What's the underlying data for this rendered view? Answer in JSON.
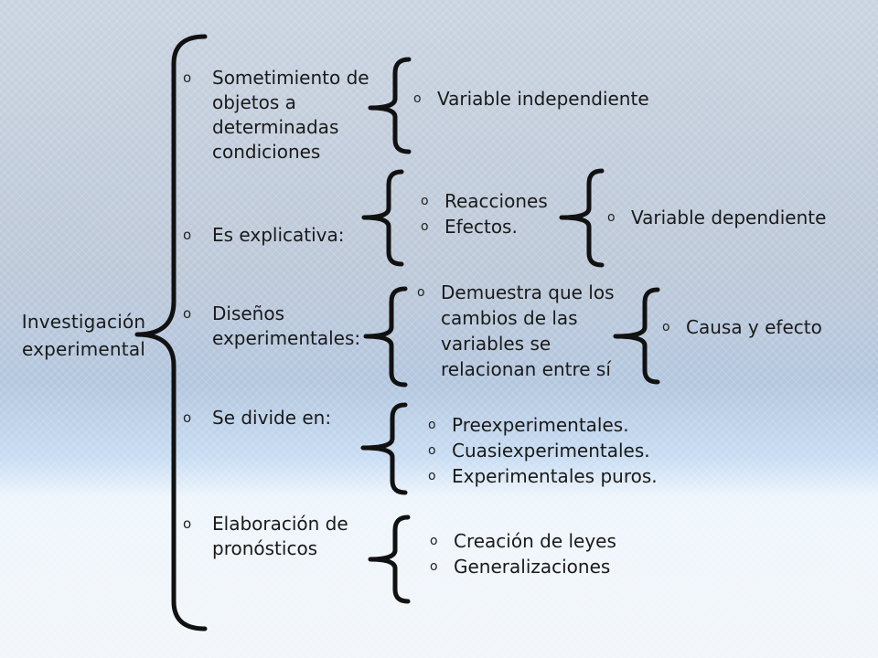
{
  "root": {
    "line1": "Investigación",
    "line2": "experimental"
  },
  "items": [
    {
      "text": "Sometimiento de objetos a determinadas condiciones",
      "sub": [
        "Variable independiente"
      ],
      "sub2": []
    },
    {
      "text": "Es explicativa:",
      "sub": [
        "Reacciones",
        "Efectos."
      ],
      "sub2": [
        "Variable dependiente"
      ]
    },
    {
      "text": "Diseños experimentales:",
      "sub": [
        "Demuestra que los cambios de las variables se relacionan entre sí"
      ],
      "sub2": [
        "Causa y efecto"
      ]
    },
    {
      "text": "Se divide en:",
      "sub": [
        "Preexperimentales.",
        "Cuasiexperimentales.",
        "Experimentales puros."
      ],
      "sub2": []
    },
    {
      "text": "Elaboración de pronósticos",
      "sub": [
        "Creación de leyes",
        "Generalizaciones"
      ],
      "sub2": []
    }
  ],
  "bullet_glyph": "o"
}
